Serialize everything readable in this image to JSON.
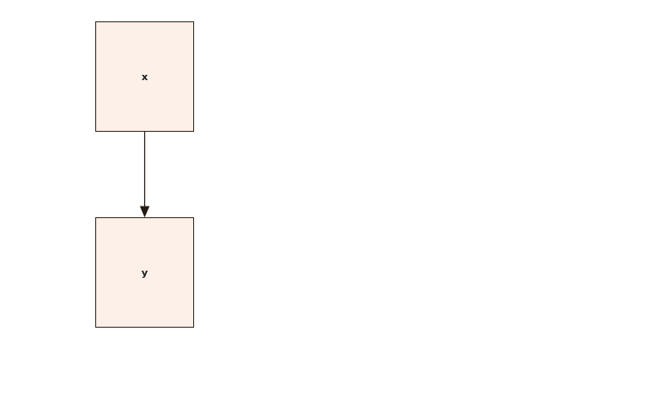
{
  "diagram": {
    "type": "directed-graph",
    "nodes": [
      {
        "id": "x",
        "label": "x",
        "shape": "box"
      },
      {
        "id": "y",
        "label": "y",
        "shape": "box"
      }
    ],
    "edges": [
      {
        "from": "x",
        "to": "y",
        "directed": true,
        "arrowhead": "filled-triangle-down"
      }
    ],
    "colors": {
      "background": "#ffffff",
      "node_fill": "#fcf0e8",
      "node_border": "#362920",
      "edge_color": "#241b14",
      "label_color": "#1c1c1c"
    }
  }
}
